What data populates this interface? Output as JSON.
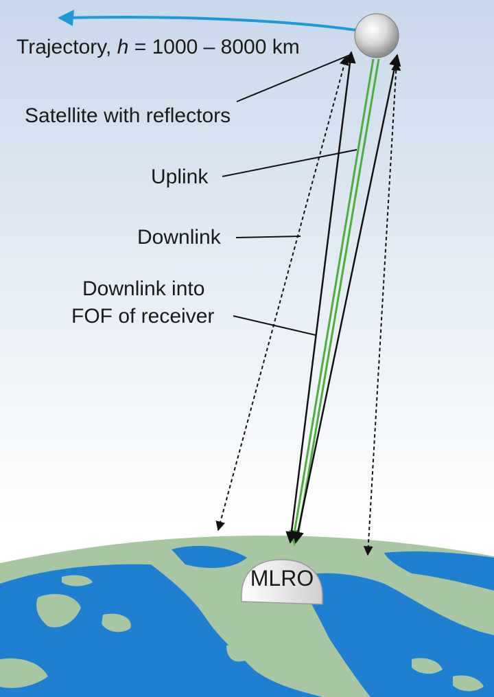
{
  "labels": {
    "trajectory_prefix": "Trajectory, ",
    "trajectory_var": "h",
    "trajectory_suffix": " = 1000 – 8000 km",
    "satellite": "Satellite with reflectors",
    "uplink": "Uplink",
    "downlink": "Downlink",
    "downlink_fof_line1": "Downlink into",
    "downlink_fof_line2": "FOF of receiver",
    "station": "MLRO"
  },
  "colors": {
    "sky_top": "#c9d8ea",
    "sky_bottom": "#ffffff",
    "trajectory_arrow": "#1f9ad6",
    "uplink_beam": "#4dae3c",
    "downlink_lines": "#111111",
    "land": "#a9c6a3",
    "sea": "#1f7fd0",
    "satellite_sphere": "#e6e6e6",
    "station_dome": "#f2f2f2"
  }
}
